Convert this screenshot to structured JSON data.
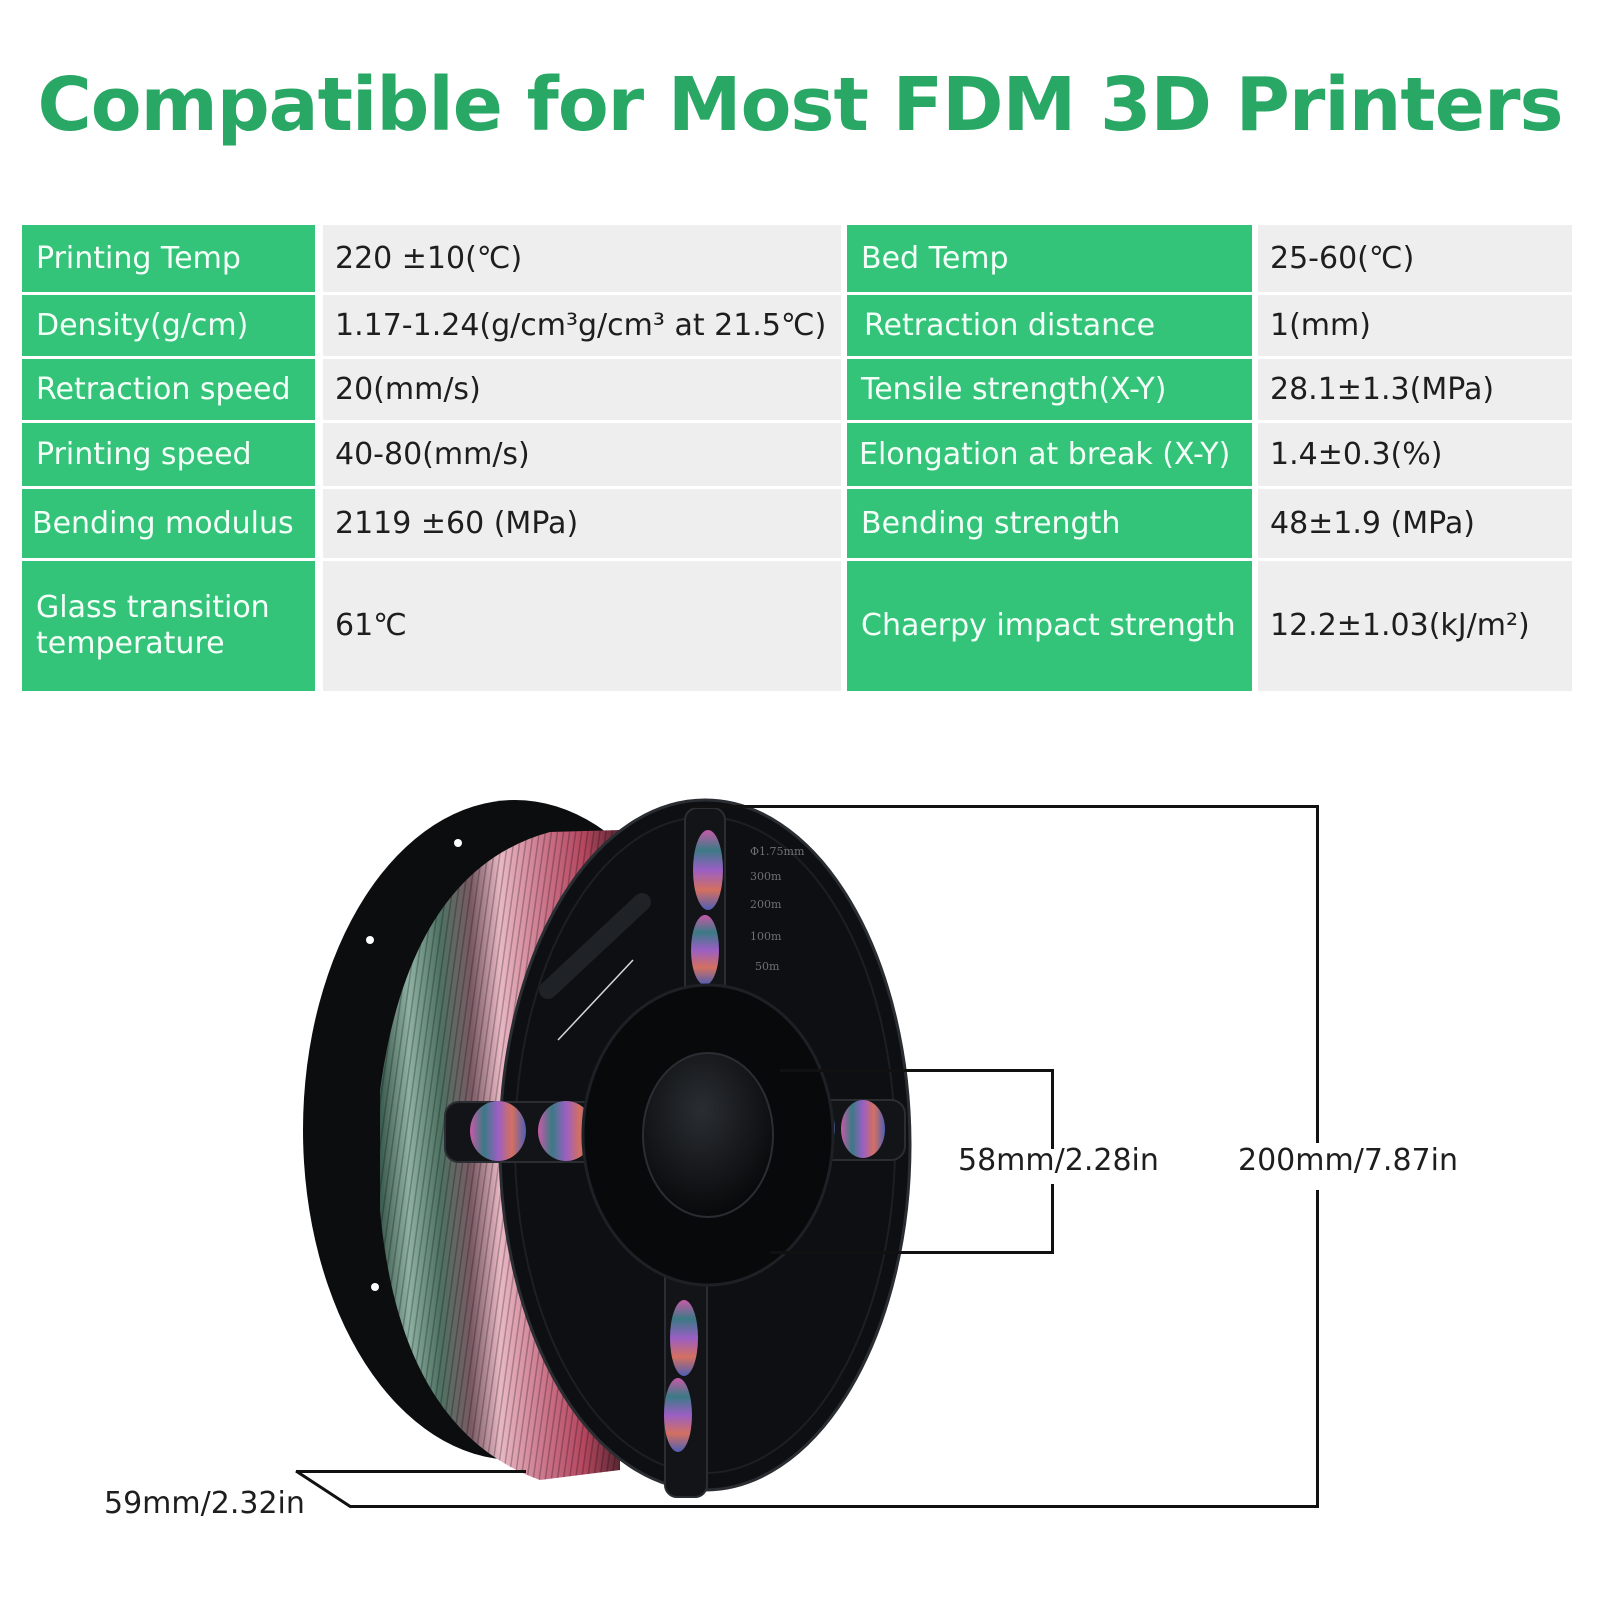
{
  "header": {
    "title": "Compatible for Most FDM 3D Printers"
  },
  "colors": {
    "title_green": "#29a765",
    "label_green": "#33c47a",
    "value_gray": "#eeeeee",
    "spool_black": "#0d0f12"
  },
  "specs": {
    "rows": [
      {
        "left_label": "Printing Temp",
        "left_value": "220 ±10(℃)",
        "right_label": "Bed Temp",
        "right_value": "25-60(℃)"
      },
      {
        "left_label": "Density(g/cm)",
        "left_value": "1.17-1.24(g/cm³g/cm³ at 21.5℃)",
        "right_label": "Retraction distance",
        "right_value": "1(mm)"
      },
      {
        "left_label": "Retraction speed",
        "left_value": "20(mm/s)",
        "right_label": "Tensile strength(X-Y)",
        "right_value": "28.1±1.3(MPa)"
      },
      {
        "left_label": "Printing speed",
        "left_value": "40-80(mm/s)",
        "right_label": "Elongation at break (X-Y)",
        "right_value": "1.4±0.3(%)"
      },
      {
        "left_label": "Bending modulus",
        "left_value": "2119 ±60 (MPa)",
        "right_label": "Bending strength",
        "right_value": "48±1.9 (MPa)"
      },
      {
        "left_label": "Glass transition temperature",
        "left_value": "61℃",
        "right_label": "Chaerpy impact strength",
        "right_value": "12.2±1.03(kJ/m²)"
      }
    ]
  },
  "product_image": {
    "subject": "filament-spool",
    "spool_markings": [
      "Φ1.75mm",
      "300m",
      "200m",
      "100m",
      "50m"
    ],
    "dimensions": {
      "hub_diameter": "58mm/2.28in",
      "outer_diameter": "200mm/7.87in",
      "width": "59mm/2.32in"
    }
  }
}
